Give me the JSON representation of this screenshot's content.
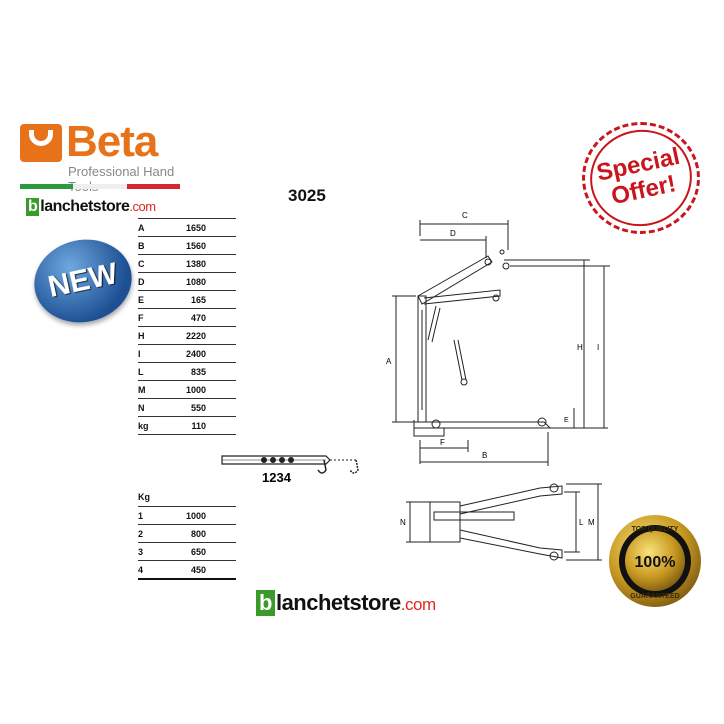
{
  "brand": {
    "name": "Beta",
    "tagline": "Professional Hand Tools",
    "color": "#e8721a"
  },
  "store": {
    "first_letter": "b",
    "name_rest": "lanchetstore",
    "domain": ".com",
    "green": "#3a9a2a",
    "red": "#e1261c"
  },
  "badges": {
    "new": "NEW",
    "special_line1": "Special",
    "special_line2": "Offer!",
    "guarantee_top": "TOP QUALITY",
    "guarantee_center": "100%",
    "guarantee_bottom": "GUARANTEED"
  },
  "model": "3025",
  "dimensions": [
    {
      "label": "A",
      "value": "1650"
    },
    {
      "label": "B",
      "value": "1560"
    },
    {
      "label": "C",
      "value": "1380"
    },
    {
      "label": "D",
      "value": "1080"
    },
    {
      "label": "E",
      "value": "165"
    },
    {
      "label": "F",
      "value": "470"
    },
    {
      "label": "H",
      "value": "2220"
    },
    {
      "label": "I",
      "value": "2400"
    },
    {
      "label": "L",
      "value": "835"
    },
    {
      "label": "M",
      "value": "1000"
    },
    {
      "label": "N",
      "value": "550"
    },
    {
      "label": "kg",
      "value": "110"
    }
  ],
  "load_table": {
    "header": "Kg",
    "rows": [
      {
        "position": "1",
        "value": "1000"
      },
      {
        "position": "2",
        "value": "800"
      },
      {
        "position": "3",
        "value": "650"
      },
      {
        "position": "4",
        "value": "450"
      }
    ]
  },
  "boom_positions_label": "1234",
  "drawing_labels": {
    "A": "A",
    "B": "B",
    "C": "C",
    "D": "D",
    "E": "E",
    "F": "F",
    "H": "H",
    "I": "I",
    "L": "L",
    "M": "M",
    "N": "N"
  }
}
